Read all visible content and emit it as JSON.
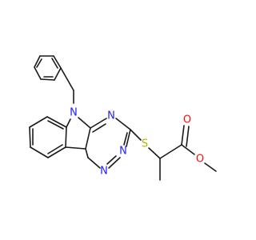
{
  "colors": {
    "bond": "#1a1a1a",
    "nitrogen": "#2020ff",
    "oxygen": "#ff0d0d",
    "sulfur": "#b3b300",
    "background": "#ffffff"
  },
  "atoms": {
    "indole_n": "N",
    "triazine_n_top": "N",
    "triazine_n_bottom_left": "N",
    "triazine_n_bottom_right": "N",
    "thioether_s": "S",
    "carbonyl_o": "O",
    "ester_o": "O"
  }
}
